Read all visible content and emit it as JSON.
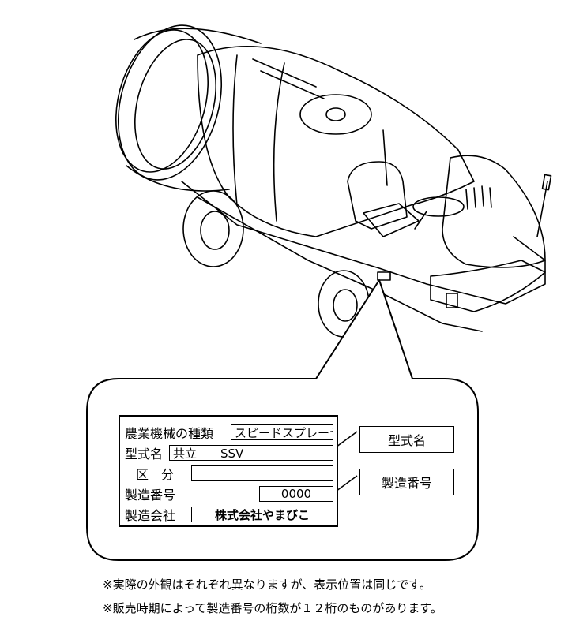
{
  "plate": {
    "rows": [
      {
        "label": "農業機械の種類",
        "value": "スピードスプレーヤ"
      },
      {
        "label": "型式名",
        "value": "共立　　SSV"
      },
      {
        "label": "区　分",
        "value": ""
      },
      {
        "label": "製造番号",
        "value": "0000"
      },
      {
        "label": "製造会社",
        "value": "株式会社やまびこ"
      }
    ]
  },
  "callouts": {
    "model_name": "型式名",
    "serial_number": "製造番号"
  },
  "notes": [
    "※実際の外観はそれぞれ異なりますが、表示位置は同じです。",
    "※販売時期によって製造番号の桁数が１２桁のものがあります。"
  ]
}
